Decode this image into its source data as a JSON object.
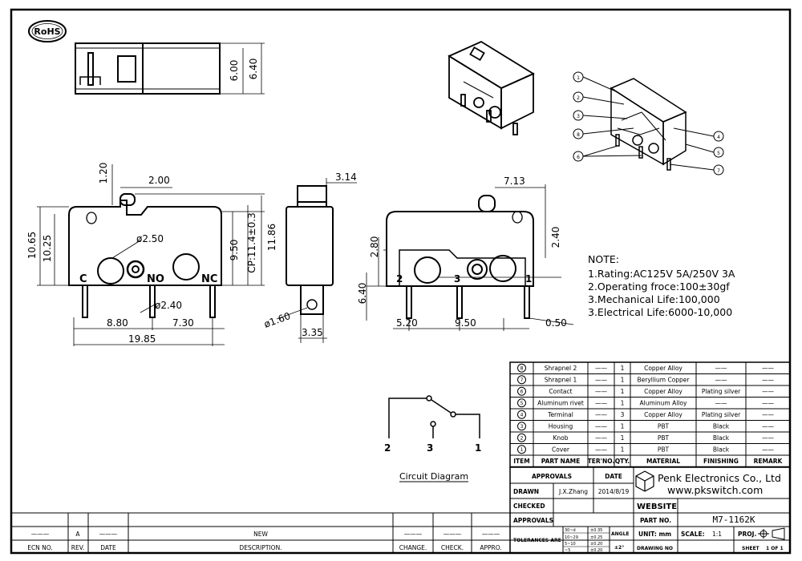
{
  "rohs": {
    "label": "RoHS"
  },
  "dimensions": {
    "top_view": [
      "6.00",
      "6.40"
    ],
    "front_view": [
      "1.20",
      "2.00",
      "10.65",
      "10.25",
      "9.50",
      "CP:11.4±0.3",
      "11.86",
      "ø2.50",
      "ø2.40",
      "8.80",
      "7.30",
      "19.85"
    ],
    "terminals": [
      "C",
      "NO",
      "NC"
    ],
    "side_view": [
      "3.14",
      "ø1.60",
      "3.35"
    ],
    "back_view": [
      "7.13",
      "2.80",
      "2.40",
      "6.40",
      "5.20",
      "9.50",
      "0.50"
    ],
    "back_terminals": [
      "2",
      "3",
      "1"
    ]
  },
  "notes": {
    "title": "NOTE:",
    "lines": [
      "1.Rating:AC125V 5A/250V 3A",
      "2.Operating froce:100±30gf",
      "3.Mechanical Life:100,000",
      "3.Electrical Life:6000-10,000"
    ]
  },
  "circuit": {
    "labels": [
      "2",
      "3",
      "1"
    ],
    "caption": "Circuit Diagram"
  },
  "bom": {
    "headers": [
      "ITEM",
      "PART NAME",
      "TER'NO.",
      "QTY.",
      "MATERIAL",
      "FINISHING",
      "REMARK"
    ],
    "rows": [
      {
        "item": "8",
        "name": "Shrapnel 2",
        "ter": "——",
        "qty": "1",
        "material": "Copper Alloy",
        "finishing": "——",
        "remark": "——"
      },
      {
        "item": "7",
        "name": "Shrapnel 1",
        "ter": "——",
        "qty": "1",
        "material": "Beryllium Copper",
        "finishing": "——",
        "remark": "——"
      },
      {
        "item": "6",
        "name": "Contact",
        "ter": "——",
        "qty": "1",
        "material": "Copper Alloy",
        "finishing": "Plating silver",
        "remark": "——"
      },
      {
        "item": "5",
        "name": "Aluminum rivet",
        "ter": "——",
        "qty": "1",
        "material": "Aluminum Alloy",
        "finishing": "——",
        "remark": "——"
      },
      {
        "item": "4",
        "name": "Terminal",
        "ter": "——",
        "qty": "3",
        "material": "Copper Alloy",
        "finishing": "Plating silver",
        "remark": "——"
      },
      {
        "item": "3",
        "name": "Housing",
        "ter": "——",
        "qty": "1",
        "material": "PBT",
        "finishing": "Black",
        "remark": "——"
      },
      {
        "item": "2",
        "name": "Knob",
        "ter": "——",
        "qty": "1",
        "material": "PBT",
        "finishing": "Black",
        "remark": "——"
      },
      {
        "item": "1",
        "name": "Cover",
        "ter": "——",
        "qty": "1",
        "material": "PBT",
        "finishing": "Black",
        "remark": "——"
      }
    ]
  },
  "title_block": {
    "approvals": "APPROVALS",
    "date": "DATE",
    "drawn": "DRAWN",
    "drawn_by": "J.X.Zhang",
    "drawn_date": "2014/8/19",
    "checked": "CHECKED",
    "approvals2": "APPROVALS",
    "company": "Penk Electronics Co., Ltd",
    "website_url": "www.pkswitch.com",
    "website": "WEBSITE",
    "part_no_label": "PART NO.",
    "part_no": "M7-1162K",
    "tolerances": "TOLERANCES ARE",
    "tol_ranges": [
      "30~d",
      "10~29",
      "5~10",
      "~5"
    ],
    "tol_values": [
      "±0.35",
      "±0.25",
      "±0.20",
      "±0.20"
    ],
    "angle": "ANGLE",
    "angle_val": "±2°",
    "unit": "UNIT: mm",
    "scale": "SCALE:",
    "scale_val": "1:1",
    "proj": "PROJ.",
    "drawing_no": "DRAWING NO",
    "sheet": "SHEET",
    "sheet_val": "1 OF 1"
  },
  "revision": {
    "headers": [
      "ECN NO.",
      "REV.",
      "DATE",
      "DESCRIPTION.",
      "CHANGE.",
      "CHECK.",
      "APPRO."
    ],
    "row": {
      "ecn": "———",
      "rev": "A",
      "date": "———",
      "desc": "NEW",
      "change": "———",
      "check": "———",
      "appro": "———"
    }
  },
  "callouts": [
    "1",
    "2",
    "3",
    "8",
    "6",
    "4",
    "5",
    "7"
  ]
}
